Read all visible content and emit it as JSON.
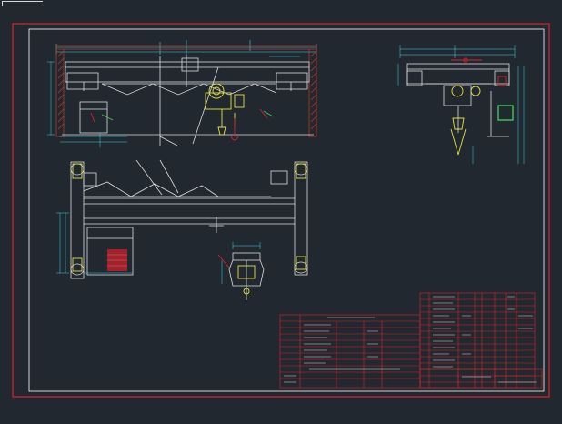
{
  "colors": {
    "background": "#212830",
    "frame_red": "#e0202a",
    "border_white": "#e8e8e8",
    "structure_white": "#dcdcdc",
    "dimension_cyan": "#38d8e8",
    "hoist_yellow": "#e8e040",
    "leader_green": "#3cc85a",
    "wall_hatch": "#c83a2a"
  },
  "drawing": {
    "views": [
      "front-elevation",
      "side-elevation",
      "plan-view",
      "trolley-detail"
    ],
    "title_block_rows": 10,
    "parts_list_rows": 14
  }
}
